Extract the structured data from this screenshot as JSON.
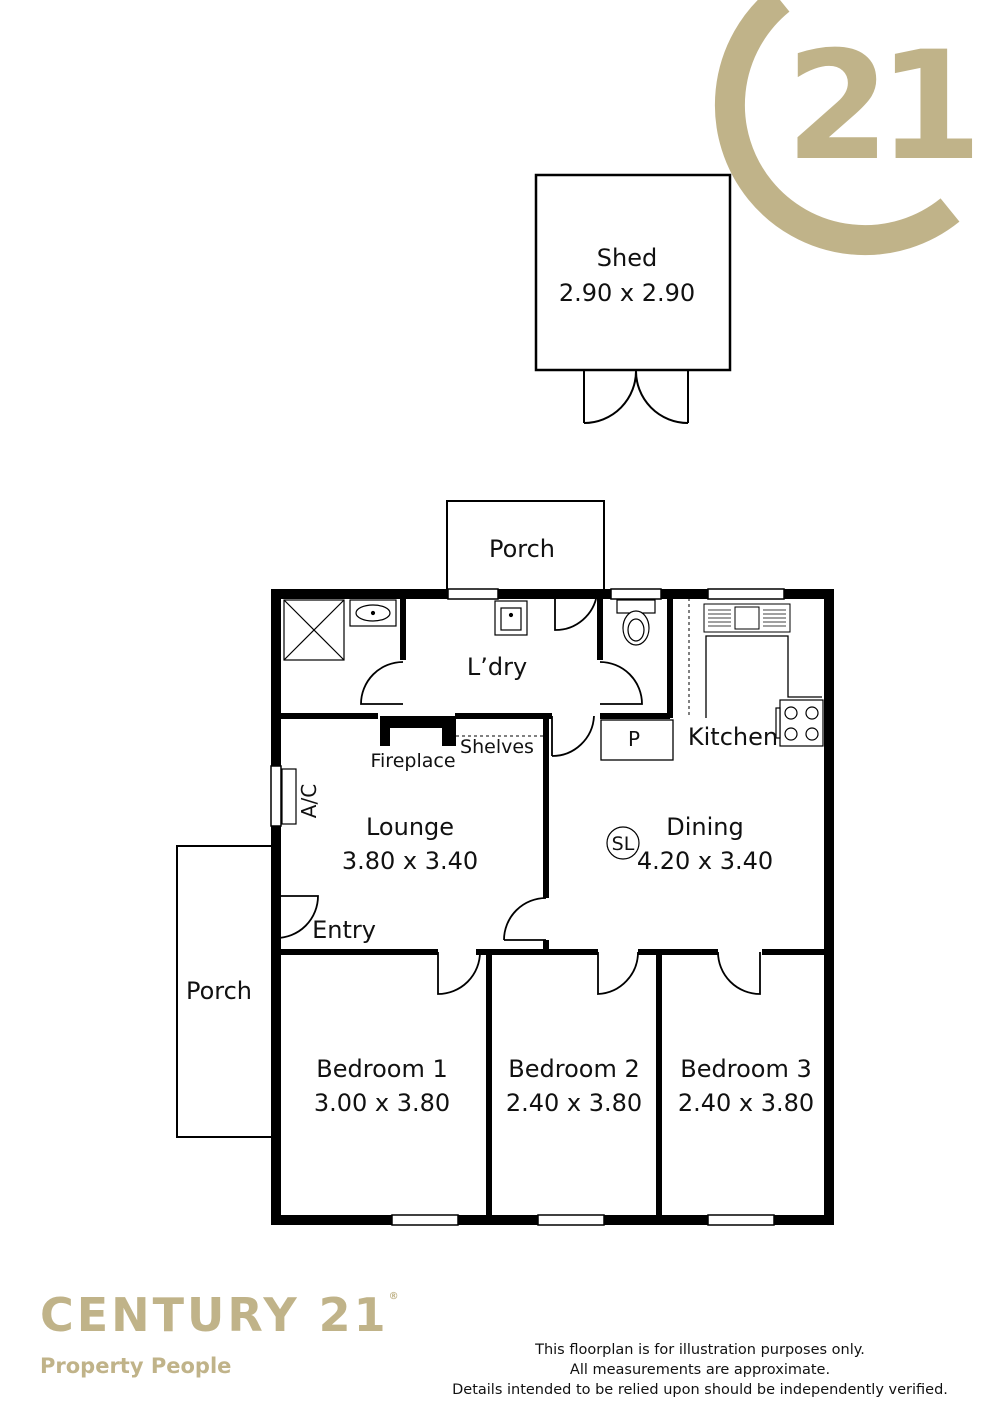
{
  "logo": {
    "mark_text": "21",
    "color": "#c0b389"
  },
  "shed": {
    "name": "Shed",
    "size": "2.90 x 2.90"
  },
  "porch_top": {
    "name": "Porch"
  },
  "porch_left": {
    "name": "Porch"
  },
  "laundry": {
    "name": "L’dry"
  },
  "fireplace": {
    "name": "Fireplace"
  },
  "shelves": {
    "name": "Shelves"
  },
  "ac": {
    "name": "A/C"
  },
  "pantry": {
    "name": "P"
  },
  "kitchen": {
    "name": "Kitchen"
  },
  "lounge": {
    "name": "Lounge",
    "size": "3.80 x 3.40"
  },
  "dining": {
    "name": "Dining",
    "size": "4.20 x 3.40"
  },
  "sliding_door": {
    "name": "SL"
  },
  "entry": {
    "name": "Entry"
  },
  "bedroom1": {
    "name": "Bedroom 1",
    "size": "3.00 x 3.80"
  },
  "bedroom2": {
    "name": "Bedroom 2",
    "size": "2.40 x 3.80"
  },
  "bedroom3": {
    "name": "Bedroom 3",
    "size": "2.40 x 3.80"
  },
  "footer": {
    "brand": "CENTURY 21",
    "registered": "®",
    "tagline": "Property People",
    "disclaimer": [
      "This floorplan is for illustration purposes only.",
      "All measurements are approximate.",
      "Details intended to be relied upon should be independently verified."
    ]
  },
  "colors": {
    "brand_gold": "#c0b389",
    "wall": "#000000"
  }
}
